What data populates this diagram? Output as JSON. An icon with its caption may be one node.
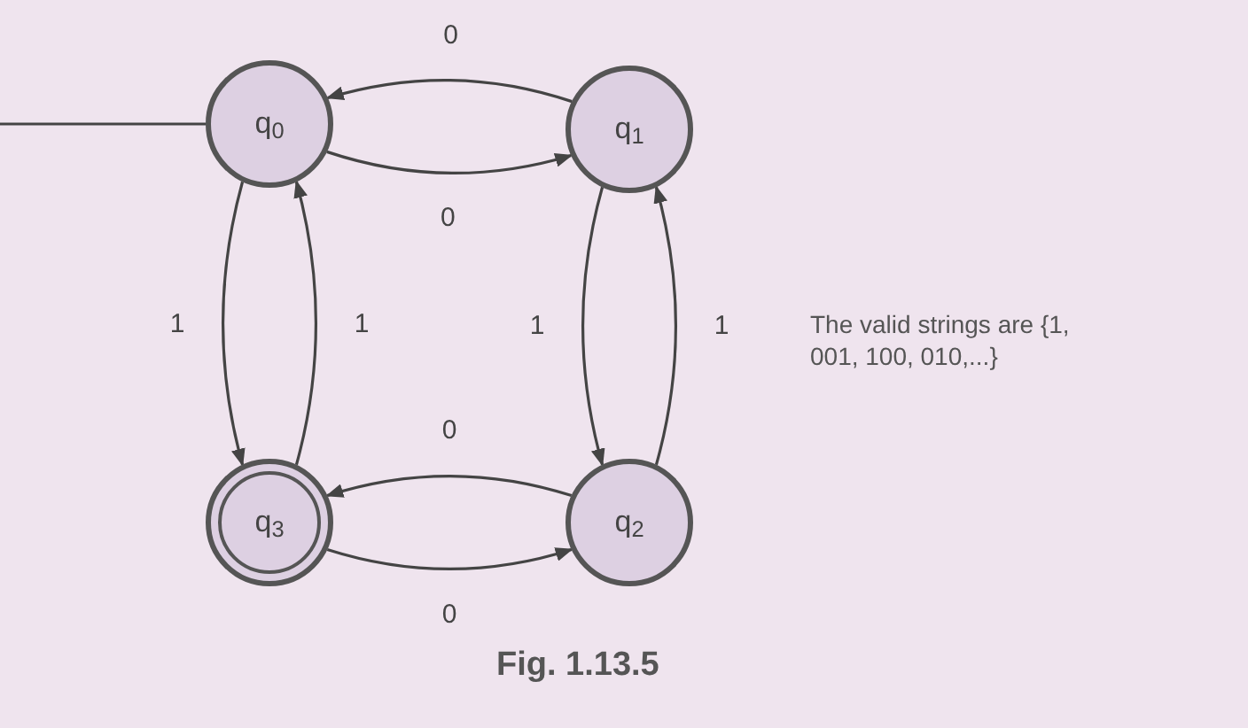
{
  "diagram": {
    "caption": "Fig. 1.13.5",
    "nodes": [
      {
        "text": [
          "q$_{0}$"
        ]
      },
      {
        "text": [
          "q$_{1}$"
        ]
      },
      {
        "text": [
          "q$_{2}$"
        ]
      },
      {
        "text": [
          "q$_{3}$"
        ]
      }
    ],
    "edges": [
      {
        "from": null,
        "to": 0,
        "arrow": "none"
      },
      {
        "from": 1,
        "to": 0,
        "arrow": "to",
        "label": "0"
      },
      {
        "from": 0,
        "to": 1,
        "arrow": "to",
        "label": "0"
      },
      {
        "from": 0,
        "to": 3,
        "arrow": "to",
        "label": "1"
      },
      {
        "from": 3,
        "to": 0,
        "arrow": "to",
        "label": "1"
      },
      {
        "from": 1,
        "to": 2,
        "arrow": "to",
        "label": "1"
      },
      {
        "from": 2,
        "to": 1,
        "arrow": "to",
        "label": "1"
      },
      {
        "from": 2,
        "to": 3,
        "arrow": "to",
        "label": "0"
      },
      {
        "from": 3,
        "to": 2,
        "arrow": "to",
        "label": "0"
      }
    ],
    "labels": [
      "The valid strings are {1, 001, 100, 010,...}"
    ]
  }
}
